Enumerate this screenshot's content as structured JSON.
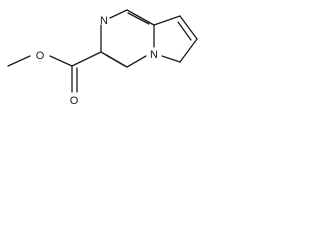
{
  "molecule": {
    "atoms": {
      "ester_oxygen": "O",
      "carbonyl_oxygen": "O",
      "pyrazine_nitrogen": "N",
      "bridgehead_nitrogen": "N"
    },
    "colors": {
      "bond": "#1a1a1a",
      "label": "#1a1a1a",
      "background": "#ffffff"
    }
  }
}
